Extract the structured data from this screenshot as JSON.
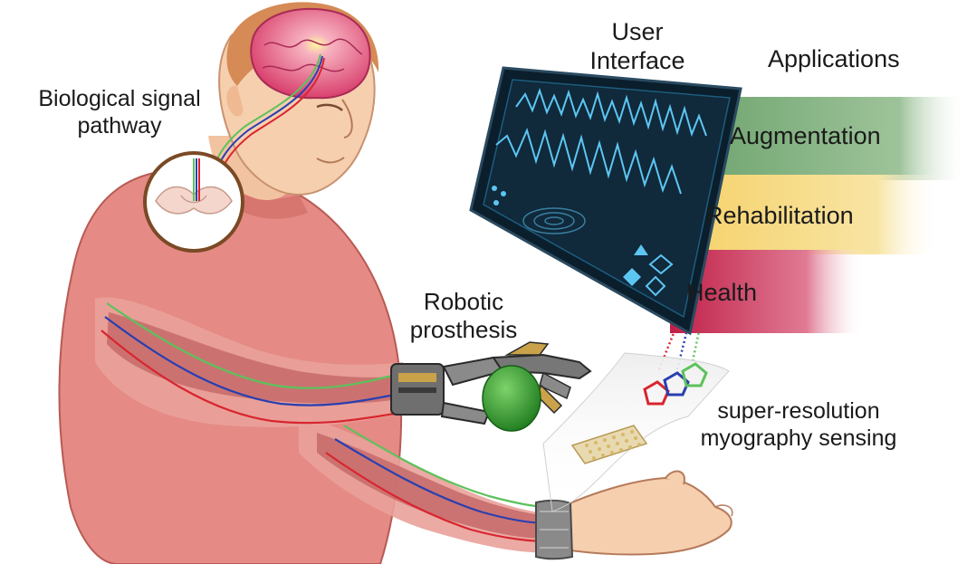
{
  "labels": {
    "biological_line1": "Biological signal",
    "biological_line2": "pathway",
    "ui_line1": "User",
    "ui_line2": "Interface",
    "applications": "Applications",
    "robotic_line1": "Robotic",
    "robotic_line2": "prosthesis",
    "sensing_line1": "super-resolution",
    "sensing_line2": "myography sensing"
  },
  "applications": [
    {
      "label": "Augmentation",
      "color": "#7fb07a"
    },
    {
      "label": "Rehabilitation",
      "color": "#f4d77a"
    },
    {
      "label": "Health",
      "color": "#c8284d"
    }
  ],
  "colors": {
    "shirt": "#e58a84",
    "skin": "#f6cfae",
    "hair": "#d68a55",
    "brain": "#e0557b",
    "screen": "#0d2333",
    "screen_wave": "#5cc6f2",
    "nerve_green": "#5cc25c",
    "nerve_blue": "#2a3fb0",
    "nerve_red": "#d8262f",
    "muscle": "#c66a6a",
    "ball": "#3aa43a",
    "sensor_gold": "#d8b86a"
  },
  "icons": [
    "brain-icon",
    "spinal-cord-cross-section-icon",
    "robotic-hand-icon",
    "sensor-patch-icon",
    "waveform-icon"
  ]
}
